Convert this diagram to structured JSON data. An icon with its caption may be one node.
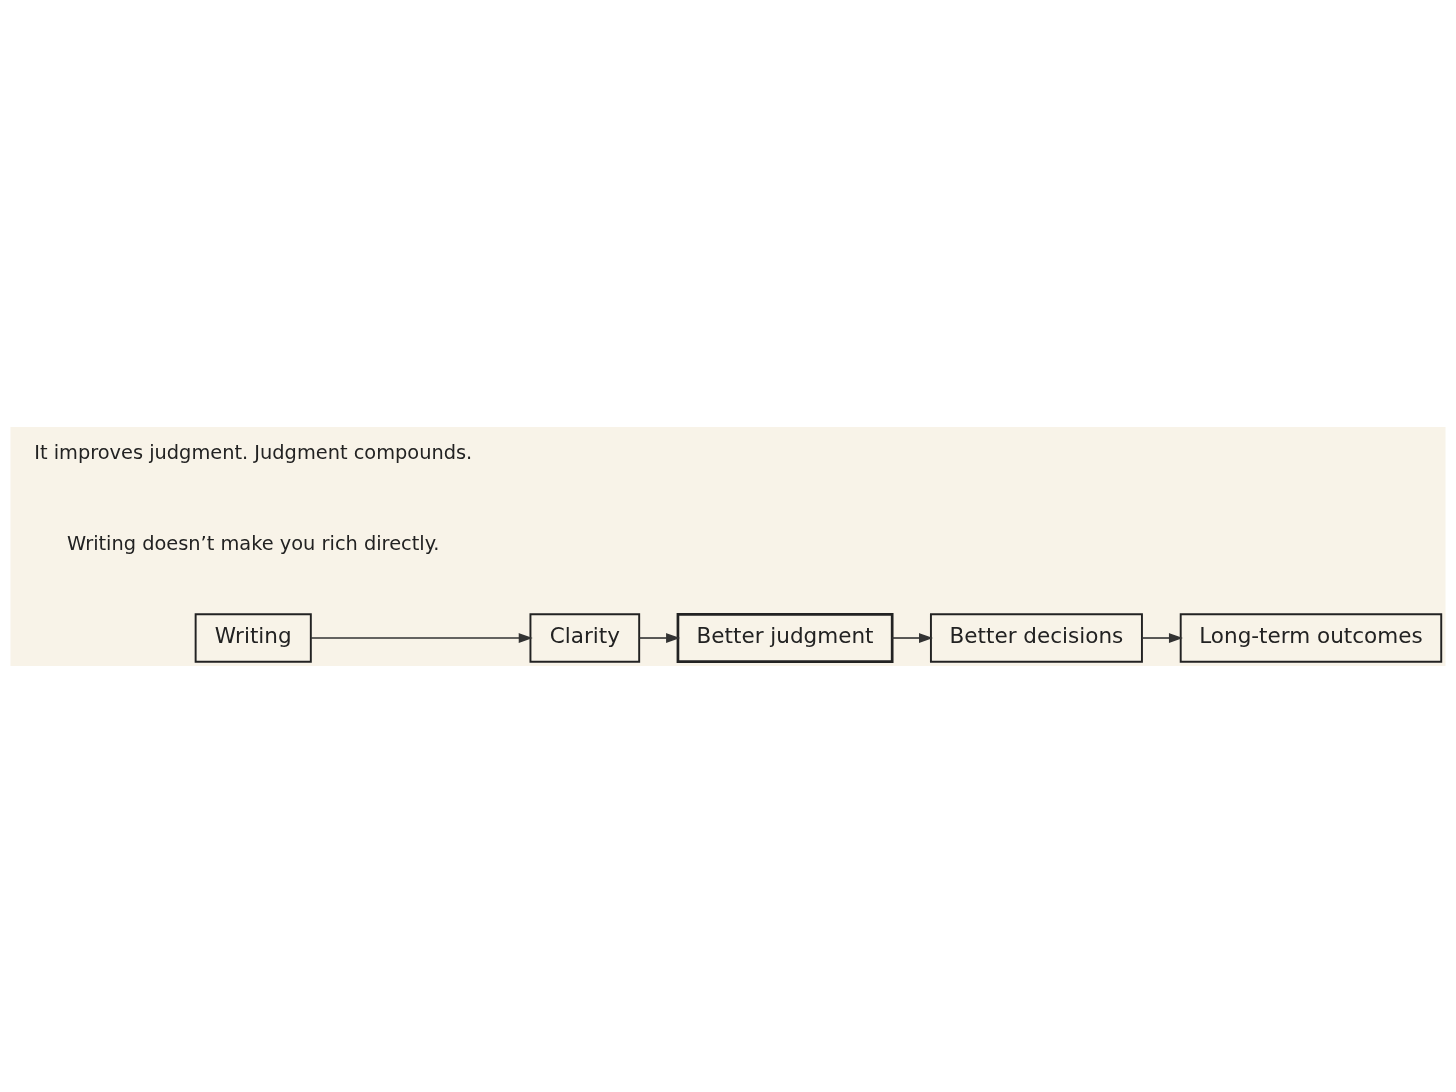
{
  "diagram": {
    "nodes": [
      {
        "text": [
          "Writing"
        ]
      },
      {
        "text": [
          "Clarity"
        ]
      },
      {
        "text": [
          "Better judgment"
        ]
      },
      {
        "text": [
          "Better decisions"
        ]
      },
      {
        "text": [
          "Long-term outcomes"
        ]
      }
    ],
    "edges": [
      {
        "from": 0,
        "to": 1,
        "arrow": "to"
      },
      {
        "from": 1,
        "to": 2,
        "arrow": "to"
      },
      {
        "from": 2,
        "to": 3,
        "arrow": "to"
      },
      {
        "from": 3,
        "to": 4,
        "arrow": "to"
      }
    ],
    "labels": [
      "Writing doesn’t make you rich directly.",
      "It improves judgment. Judgment compounds."
    ]
  }
}
